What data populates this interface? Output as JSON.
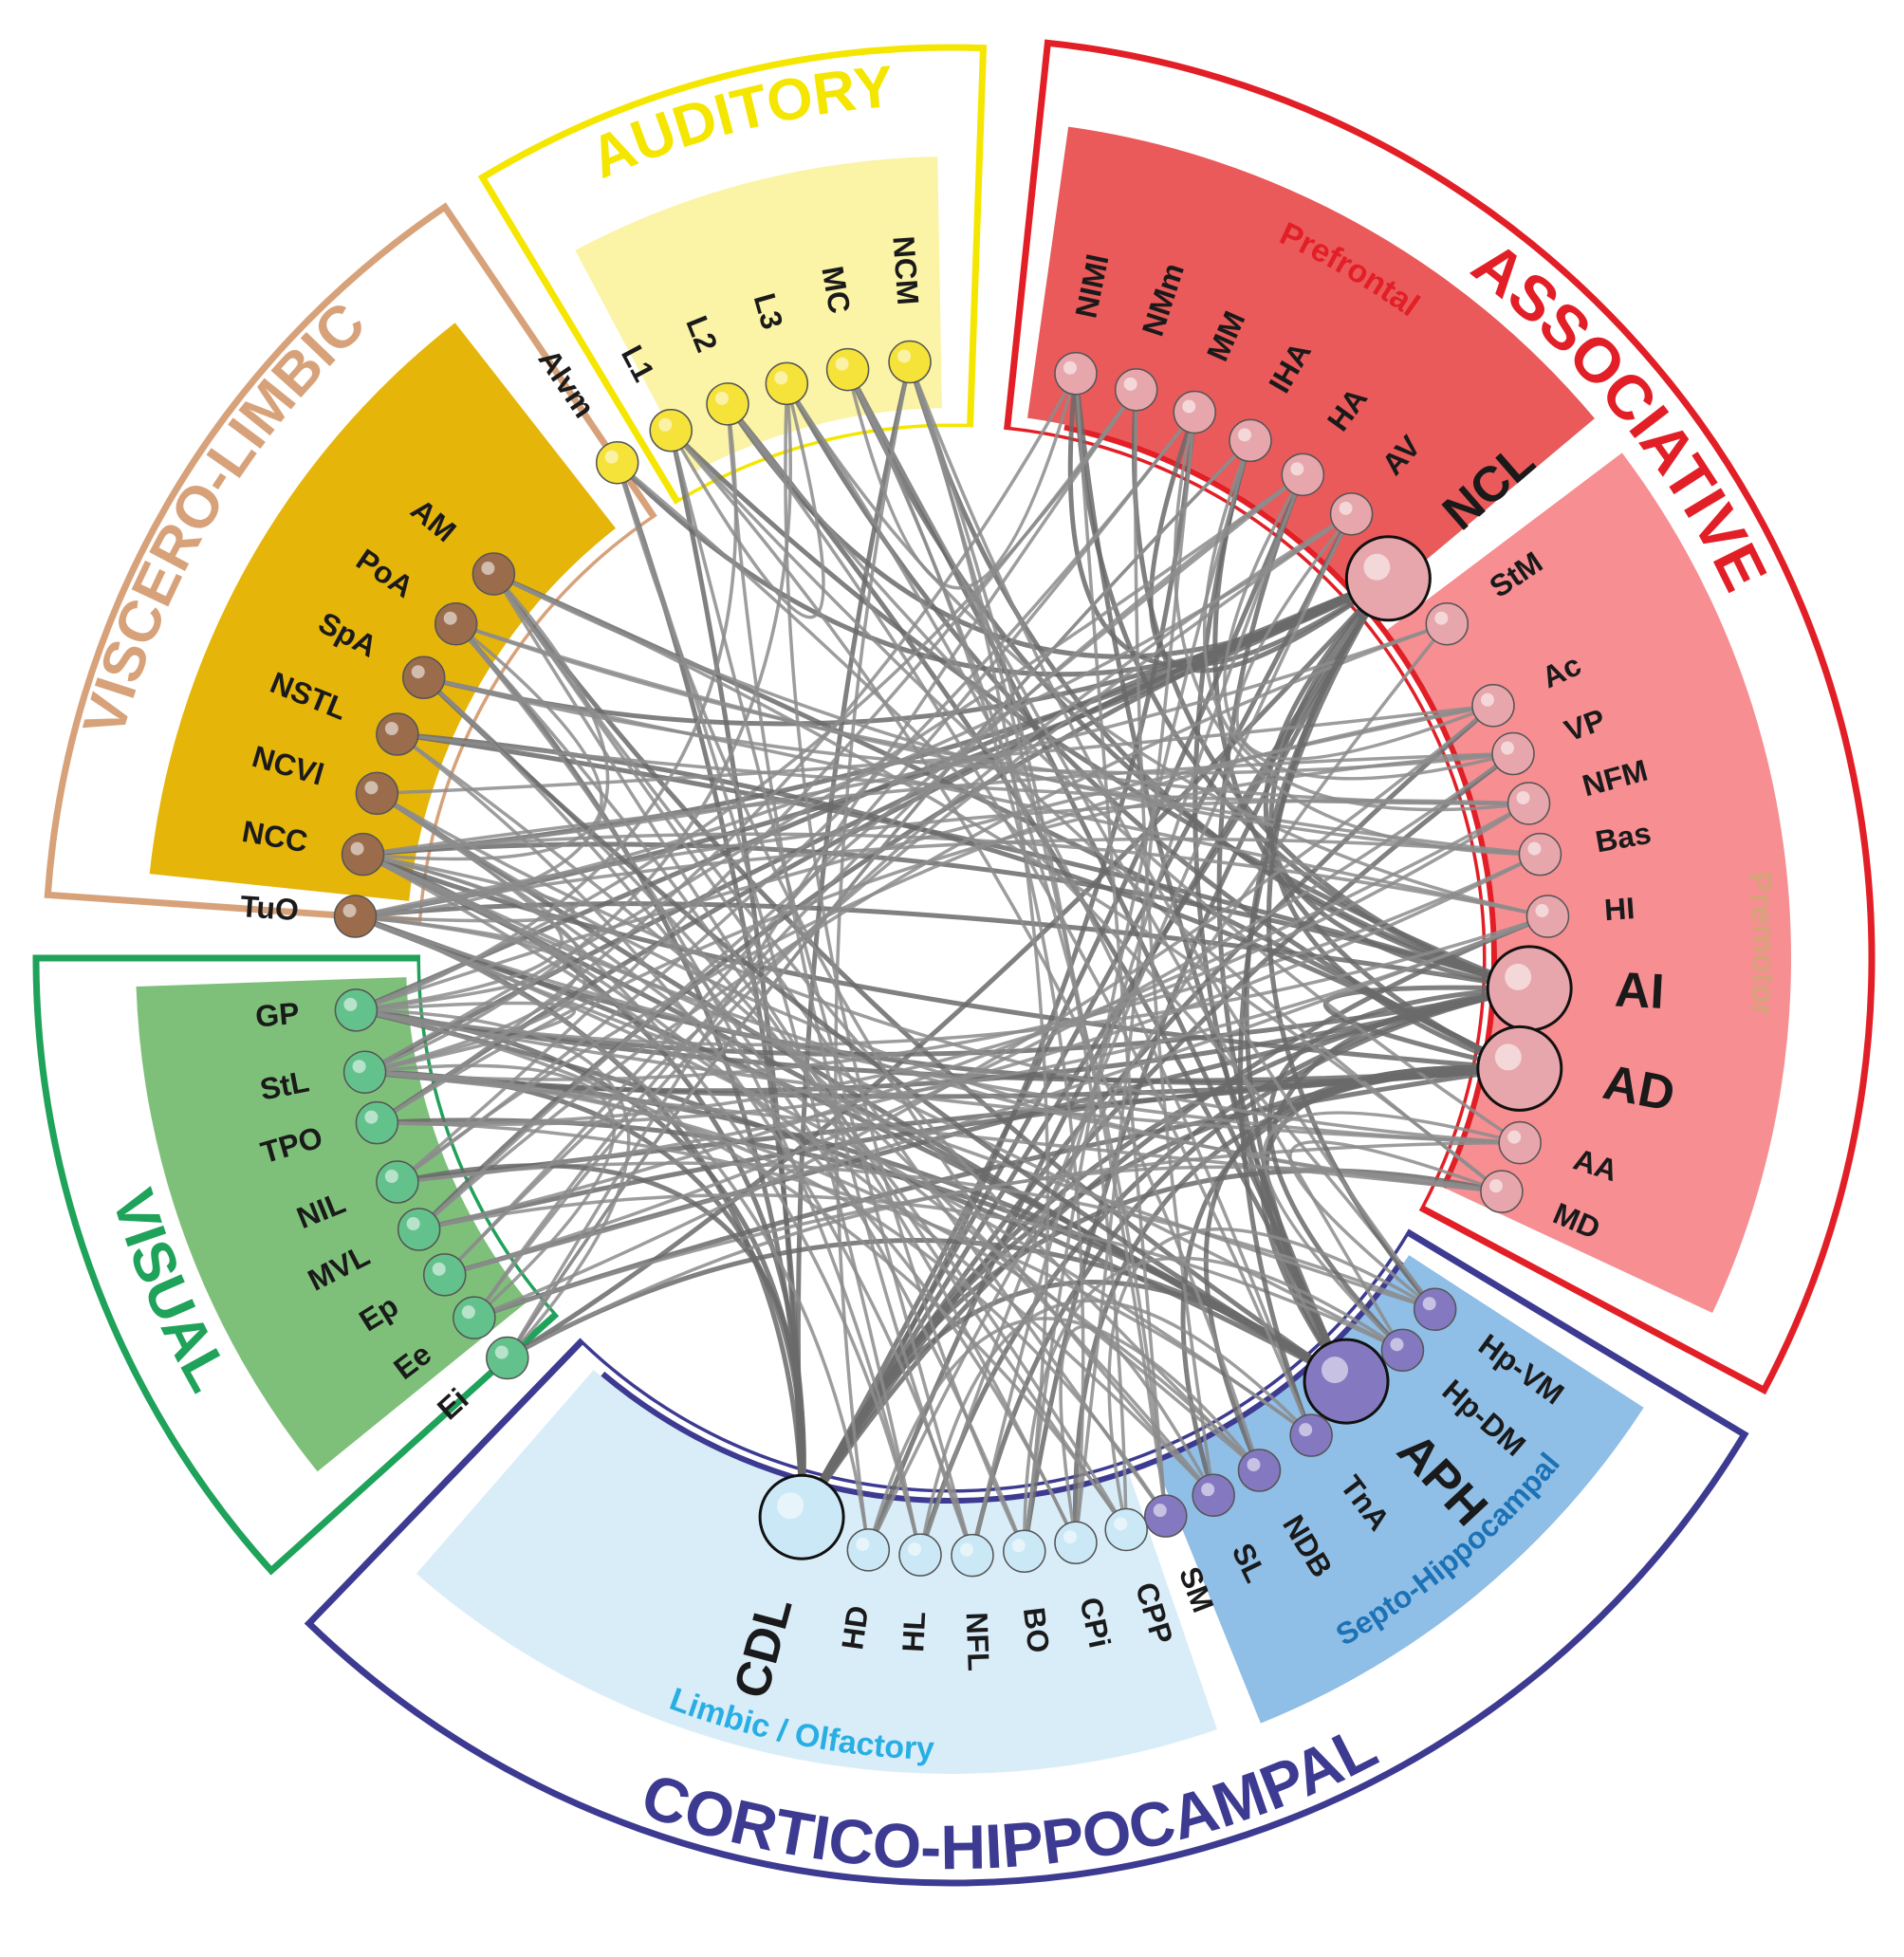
{
  "colors": {
    "auditory": "#f5e600",
    "auditory_fill": "#fbf3a6",
    "auditory_node": "#f5e33a",
    "viscero": "#d7a27a",
    "viscero_fill": "#e6b50a",
    "viscero_node": "#9a6c4c",
    "associative": "#e21f26",
    "prefrontal_fill": "#ea5a5a",
    "premotor_fill": "#f68e92",
    "assoc_node": "#e7a6ac",
    "visual": "#1fa25a",
    "visual_fill": "#7ec07a",
    "visual_node": "#63c28c",
    "cortico": "#3d3b91",
    "limbic_fill": "#d9edf9",
    "septo_fill": "#8fbee6",
    "limbic_node": "#cbe8f7",
    "septo_node": "#8479c0",
    "limbic_text": "#29aee3",
    "septo_text": "#1c72b5",
    "edge": "#8c8c8c",
    "edge_dark": "#6a6a6a"
  },
  "groups": {
    "auditory": "AUDITORY",
    "associative": "ASSOCIATIVE",
    "viscero_limbic": "VISCERO-LIMBIC",
    "visual": "VISUAL",
    "cortico_hippocampal": "CORTICO-HIPPOCAMPAL"
  },
  "subgroups": {
    "prefrontal": "Prefrontal",
    "premotor": "Premotor",
    "limbic_olfactory": "Limbic / Olfactory",
    "septo_hippocampal": "Septo-Hippocampal"
  },
  "nodes": [
    {
      "id": "NIMl",
      "group": "associative",
      "size": "small"
    },
    {
      "id": "NMm",
      "group": "associative",
      "size": "small"
    },
    {
      "id": "MM",
      "group": "associative",
      "size": "small"
    },
    {
      "id": "IHA",
      "group": "associative",
      "size": "small"
    },
    {
      "id": "HA",
      "group": "associative",
      "size": "small"
    },
    {
      "id": "AV",
      "group": "associative",
      "size": "small"
    },
    {
      "id": "NCL",
      "group": "associative",
      "size": "large"
    },
    {
      "id": "StM",
      "group": "associative",
      "size": "small"
    },
    {
      "id": "Ac",
      "group": "associative",
      "size": "small"
    },
    {
      "id": "VP",
      "group": "associative",
      "size": "small"
    },
    {
      "id": "NFM",
      "group": "associative",
      "size": "small"
    },
    {
      "id": "Bas",
      "group": "associative",
      "size": "small"
    },
    {
      "id": "HI",
      "group": "associative",
      "size": "small"
    },
    {
      "id": "AI",
      "group": "associative",
      "size": "large"
    },
    {
      "id": "AD",
      "group": "associative",
      "size": "large"
    },
    {
      "id": "AA",
      "group": "associative",
      "size": "small"
    },
    {
      "id": "MD",
      "group": "associative",
      "size": "small"
    },
    {
      "id": "Hp-VM",
      "group": "septo",
      "size": "small"
    },
    {
      "id": "Hp-DM",
      "group": "septo",
      "size": "small"
    },
    {
      "id": "APH",
      "group": "septo",
      "size": "large"
    },
    {
      "id": "TnA",
      "group": "septo",
      "size": "small"
    },
    {
      "id": "NDB",
      "group": "septo",
      "size": "small"
    },
    {
      "id": "SL",
      "group": "septo",
      "size": "small"
    },
    {
      "id": "SM",
      "group": "septo",
      "size": "small"
    },
    {
      "id": "CPP",
      "group": "limbic",
      "size": "small"
    },
    {
      "id": "CPi",
      "group": "limbic",
      "size": "small"
    },
    {
      "id": "BO",
      "group": "limbic",
      "size": "small"
    },
    {
      "id": "NFL",
      "group": "limbic",
      "size": "small"
    },
    {
      "id": "HL",
      "group": "limbic",
      "size": "small"
    },
    {
      "id": "HD",
      "group": "limbic",
      "size": "small"
    },
    {
      "id": "CDL",
      "group": "limbic",
      "size": "large"
    },
    {
      "id": "Ei",
      "group": "visual",
      "size": "small"
    },
    {
      "id": "Ee",
      "group": "visual",
      "size": "small"
    },
    {
      "id": "Ep",
      "group": "visual",
      "size": "small"
    },
    {
      "id": "MVL",
      "group": "visual",
      "size": "small"
    },
    {
      "id": "NIL",
      "group": "visual",
      "size": "small"
    },
    {
      "id": "TPO",
      "group": "visual",
      "size": "small"
    },
    {
      "id": "StL",
      "group": "visual",
      "size": "small"
    },
    {
      "id": "GP",
      "group": "visual",
      "size": "small"
    },
    {
      "id": "TuO",
      "group": "viscero",
      "size": "small"
    },
    {
      "id": "NCC",
      "group": "viscero",
      "size": "small"
    },
    {
      "id": "NCVl",
      "group": "viscero",
      "size": "small"
    },
    {
      "id": "NSTL",
      "group": "viscero",
      "size": "small"
    },
    {
      "id": "SpA",
      "group": "viscero",
      "size": "small"
    },
    {
      "id": "PoA",
      "group": "viscero",
      "size": "small"
    },
    {
      "id": "AM",
      "group": "viscero",
      "size": "small"
    },
    {
      "id": "Alvm",
      "group": "auditory",
      "size": "small"
    },
    {
      "id": "L1",
      "group": "auditory",
      "size": "small"
    },
    {
      "id": "L2",
      "group": "auditory",
      "size": "small"
    },
    {
      "id": "L3",
      "group": "auditory",
      "size": "small"
    },
    {
      "id": "MC",
      "group": "auditory",
      "size": "small"
    },
    {
      "id": "NCM",
      "group": "auditory",
      "size": "small"
    }
  ],
  "edges": [
    [
      "NCL",
      "AI"
    ],
    [
      "NCL",
      "AD"
    ],
    [
      "NCL",
      "CDL"
    ],
    [
      "NCL",
      "APH"
    ],
    [
      "NCL",
      "GP"
    ],
    [
      "NCL",
      "TuO"
    ],
    [
      "NCL",
      "NCC"
    ],
    [
      "NCL",
      "L2"
    ],
    [
      "NCL",
      "Ei"
    ],
    [
      "NCL",
      "MVL"
    ],
    [
      "NCL",
      "HD"
    ],
    [
      "NCL",
      "NIMl"
    ],
    [
      "NCL",
      "MM"
    ],
    [
      "NCL",
      "StL"
    ],
    [
      "NCL",
      "TPO"
    ],
    [
      "NCL",
      "Alvm"
    ],
    [
      "NCL",
      "SpA"
    ],
    [
      "NCL",
      "BO"
    ],
    [
      "AI",
      "AD"
    ],
    [
      "AI",
      "APH"
    ],
    [
      "AI",
      "CDL"
    ],
    [
      "AI",
      "NCC"
    ],
    [
      "AI",
      "TuO"
    ],
    [
      "AI",
      "StL"
    ],
    [
      "AI",
      "L1"
    ],
    [
      "AI",
      "NCM"
    ],
    [
      "AI",
      "MC"
    ],
    [
      "AI",
      "Ep"
    ],
    [
      "AI",
      "NIMl"
    ],
    [
      "AI",
      "NMm"
    ],
    [
      "AI",
      "NSTL"
    ],
    [
      "AI",
      "GP"
    ],
    [
      "AI",
      "HL"
    ],
    [
      "AI",
      "NFL"
    ],
    [
      "AD",
      "APH"
    ],
    [
      "AD",
      "CDL"
    ],
    [
      "AD",
      "GP"
    ],
    [
      "AD",
      "StL"
    ],
    [
      "AD",
      "NCC"
    ],
    [
      "AD",
      "TuO"
    ],
    [
      "AD",
      "L3"
    ],
    [
      "AD",
      "NIL"
    ],
    [
      "AD",
      "AM"
    ],
    [
      "AD",
      "IHA"
    ],
    [
      "AD",
      "Ee"
    ],
    [
      "AD",
      "MVL"
    ],
    [
      "AD",
      "CPi"
    ],
    [
      "AD",
      "SL"
    ],
    [
      "APH",
      "CDL"
    ],
    [
      "APH",
      "GP"
    ],
    [
      "APH",
      "StL"
    ],
    [
      "APH",
      "TuO"
    ],
    [
      "APH",
      "NCC"
    ],
    [
      "APH",
      "L2"
    ],
    [
      "APH",
      "MC"
    ],
    [
      "APH",
      "AM"
    ],
    [
      "APH",
      "IHA"
    ],
    [
      "APH",
      "HA"
    ],
    [
      "APH",
      "NCVl"
    ],
    [
      "APH",
      "NIMl"
    ],
    [
      "APH",
      "TPO"
    ],
    [
      "APH",
      "Ei"
    ],
    [
      "CDL",
      "GP"
    ],
    [
      "CDL",
      "StL"
    ],
    [
      "CDL",
      "TuO"
    ],
    [
      "CDL",
      "NCC"
    ],
    [
      "CDL",
      "Alvm"
    ],
    [
      "CDL",
      "L1"
    ],
    [
      "CDL",
      "NCM"
    ],
    [
      "CDL",
      "MM"
    ],
    [
      "CDL",
      "HA"
    ],
    [
      "CDL",
      "AV"
    ],
    [
      "CDL",
      "Ac"
    ],
    [
      "CDL",
      "VP"
    ],
    [
      "CDL",
      "HI"
    ],
    [
      "CDL",
      "MD"
    ],
    [
      "CDL",
      "PoA"
    ],
    [
      "GP",
      "StL"
    ],
    [
      "GP",
      "TuO"
    ],
    [
      "GP",
      "NCC"
    ],
    [
      "GP",
      "Ac"
    ],
    [
      "GP",
      "HI"
    ],
    [
      "GP",
      "AA"
    ],
    [
      "GP",
      "NMm"
    ],
    [
      "GP",
      "CPP"
    ],
    [
      "StL",
      "TuO"
    ],
    [
      "StL",
      "NCC"
    ],
    [
      "StL",
      "Bas"
    ],
    [
      "StL",
      "MD"
    ],
    [
      "StL",
      "HA"
    ],
    [
      "StL",
      "SM"
    ],
    [
      "StL",
      "NDB"
    ],
    [
      "TuO",
      "NCC"
    ],
    [
      "TuO",
      "NFM"
    ],
    [
      "TuO",
      "Hp-VM"
    ],
    [
      "TuO",
      "AV"
    ],
    [
      "TuO",
      "Bas"
    ],
    [
      "TuO",
      "AA"
    ],
    [
      "TuO",
      "TnA"
    ],
    [
      "NCC",
      "VP"
    ],
    [
      "NCC",
      "Hp-DM"
    ],
    [
      "NCC",
      "StM"
    ],
    [
      "NCC",
      "HI"
    ],
    [
      "NCC",
      "MD"
    ],
    [
      "NCC",
      "SL"
    ],
    [
      "NCC",
      "CPi"
    ],
    [
      "L1",
      "MD"
    ],
    [
      "L2",
      "AA"
    ],
    [
      "L3",
      "HI"
    ],
    [
      "MC",
      "Hp-DM"
    ],
    [
      "NCM",
      "SM"
    ],
    [
      "NCM",
      "BO"
    ],
    [
      "Alvm",
      "Hp-VM"
    ],
    [
      "L3",
      "TnA"
    ],
    [
      "L2",
      "NFL"
    ],
    [
      "AM",
      "Bas"
    ],
    [
      "PoA",
      "NFM"
    ],
    [
      "SpA",
      "HI"
    ],
    [
      "NSTL",
      "AD"
    ],
    [
      "NCVl",
      "MD"
    ],
    [
      "SpA",
      "CPP"
    ],
    [
      "AM",
      "NDB"
    ],
    [
      "PoA",
      "HL"
    ],
    [
      "Ei",
      "NMm"
    ],
    [
      "Ee",
      "HA"
    ],
    [
      "Ep",
      "AV"
    ],
    [
      "MVL",
      "StM"
    ],
    [
      "NIL",
      "Ac"
    ],
    [
      "TPO",
      "VP"
    ],
    [
      "TPO",
      "NFM"
    ],
    [
      "NIL",
      "MM"
    ],
    [
      "Ei",
      "IHA"
    ],
    [
      "NIMl",
      "SM"
    ],
    [
      "NMm",
      "SL"
    ],
    [
      "MM",
      "CPi"
    ],
    [
      "IHA",
      "BO"
    ],
    [
      "HA",
      "NFL"
    ],
    [
      "AV",
      "HL"
    ],
    [
      "StM",
      "HD"
    ],
    [
      "Ac",
      "NCVl"
    ],
    [
      "VP",
      "SpA"
    ],
    [
      "NFM",
      "NSTL"
    ],
    [
      "Bas",
      "PoA"
    ],
    [
      "HI",
      "Ep"
    ],
    [
      "AA",
      "Ee"
    ],
    [
      "MD",
      "Ei"
    ],
    [
      "Hp-VM",
      "NIL"
    ],
    [
      "Hp-DM",
      "MVL"
    ],
    [
      "TnA",
      "TPO"
    ],
    [
      "NDB",
      "NCVl"
    ],
    [
      "SL",
      "NSTL"
    ],
    [
      "SM",
      "AM"
    ],
    [
      "CPP",
      "NCM"
    ],
    [
      "CPi",
      "MC"
    ],
    [
      "BO",
      "L3"
    ],
    [
      "NFL",
      "L1"
    ],
    [
      "HL",
      "Alvm"
    ],
    [
      "HD",
      "NCM"
    ],
    [
      "NCL",
      "Hp-VM"
    ],
    [
      "NCL",
      "TnA"
    ],
    [
      "AI",
      "Hp-DM"
    ],
    [
      "AD",
      "NDB"
    ],
    [
      "APH",
      "SpA"
    ],
    [
      "CDL",
      "NIL"
    ],
    [
      "GP",
      "L2"
    ],
    [
      "StL",
      "L3"
    ],
    [
      "Ac",
      "Ee"
    ],
    [
      "VP",
      "Ep"
    ],
    [
      "Bas",
      "NIL"
    ],
    [
      "HI",
      "TPO"
    ],
    [
      "NFM",
      "MVL"
    ],
    [
      "AA",
      "NCVl"
    ],
    [
      "MD",
      "AM"
    ],
    [
      "NIMl",
      "TPO"
    ],
    [
      "NMm",
      "NIL"
    ],
    [
      "MM",
      "Ep"
    ],
    [
      "IHA",
      "Ei"
    ],
    [
      "HA",
      "MVL"
    ],
    [
      "AV",
      "Ee"
    ],
    [
      "Alvm",
      "SL"
    ],
    [
      "L1",
      "NDB"
    ],
    [
      "L2",
      "TnA"
    ],
    [
      "MC",
      "SM"
    ],
    [
      "NCM",
      "Hp-VM"
    ],
    [
      "AM",
      "CPP"
    ],
    [
      "PoA",
      "CPi"
    ],
    [
      "SpA",
      "BO"
    ],
    [
      "NSTL",
      "NFL"
    ],
    [
      "NCVl",
      "HL"
    ],
    [
      "TuO",
      "HD"
    ],
    [
      "Hp-VM",
      "CPP"
    ],
    [
      "Hp-DM",
      "BO"
    ],
    [
      "TnA",
      "HL"
    ],
    [
      "NDB",
      "HD"
    ],
    [
      "SL",
      "CPi"
    ],
    [
      "Ac",
      "AV"
    ],
    [
      "VP",
      "HA"
    ],
    [
      "NFM",
      "IHA"
    ],
    [
      "Bas",
      "MM"
    ],
    [
      "MD",
      "Hp-VM"
    ],
    [
      "AA",
      "Hp-DM"
    ],
    [
      "GP",
      "Ei"
    ],
    [
      "StL",
      "Ee"
    ],
    [
      "NCC",
      "PoA"
    ],
    [
      "TuO",
      "AM"
    ],
    [
      "L1",
      "L3"
    ],
    [
      "MC",
      "NIMl"
    ]
  ]
}
